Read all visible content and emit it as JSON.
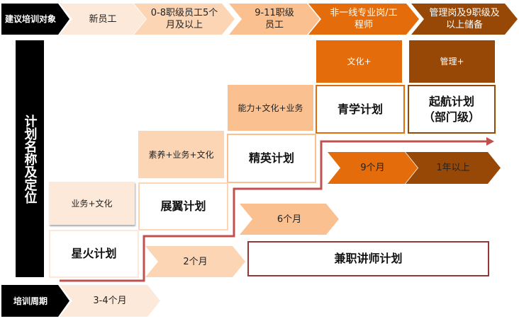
{
  "header": {
    "row_label": "建议培训对象",
    "targets": [
      "新员工",
      "0-8职级员工5个月及以上",
      "9-11职级员工",
      "非一线专业岗/工程师",
      "管理岗及9职级及以上储备"
    ]
  },
  "side_label": "计划名称及定位",
  "plans": {
    "xinghuo": "星火计划",
    "zhanyi": "展翼计划",
    "jingying": "精英计划",
    "qingxue": "青学计划",
    "qihang": "起航计划（部门级）",
    "jianzhi": "兼职讲师计划"
  },
  "focus": {
    "xinghuo": "业务+文化",
    "zhanyi": "素养+业务+文化",
    "jingying": "能力+文化+业务",
    "qingxue": "文化+",
    "qihang": "管理+"
  },
  "period": {
    "label": "培训周期",
    "xinghuo": "3-4个月",
    "zhanyi": "2个月",
    "jingying": "6个月",
    "qingxue": "9个月",
    "qihang": "1年以上"
  },
  "colors": {
    "c1": "#fde9d9",
    "c2": "#fcd5b5",
    "c3": "#fac090",
    "c4": "#e46c0a",
    "c5": "#974806",
    "line": "#c0504d",
    "jianzhi": "#953735"
  }
}
